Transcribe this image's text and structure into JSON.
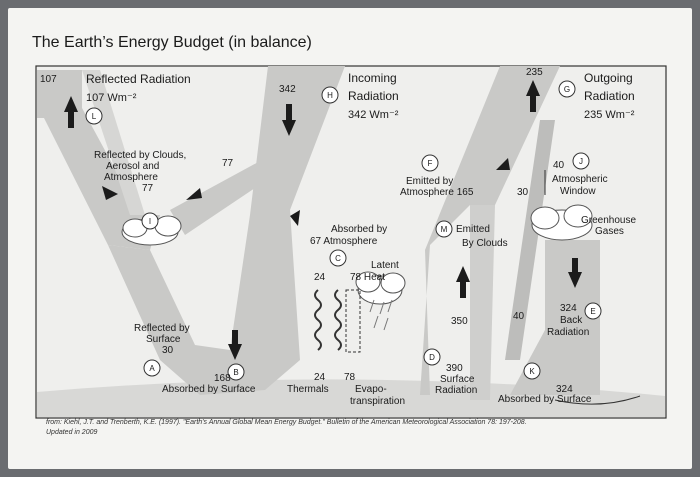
{
  "title": "The Earth’s Energy Budget (in balance)",
  "labels": {
    "reflected_radiation": "Reflected Radiation",
    "reflected_value": "107 Wm⁻²",
    "reflected_107": "107",
    "incoming_342_arrow": "342",
    "incoming": "Incoming",
    "radiation": "Radiation",
    "incoming_value": "342 Wm⁻²",
    "outgoing_235_arrow": "235",
    "outgoing": "Outgoing",
    "outgoing_radiation": "Radiation",
    "outgoing_value": "235 Wm⁻²",
    "reflected_clouds_1": "Reflected by Clouds,",
    "reflected_clouds_2": "Aerosol and",
    "reflected_clouds_3": "Atmosphere",
    "reflected_clouds_77": "77",
    "reflected_77_b": "77",
    "emitted_atm_1": "Emitted by",
    "emitted_atm_2": "Atmosphere 165",
    "val_30": "30",
    "val_40_window": "40",
    "atm_window_1": "Atmospheric",
    "atm_window_2": "Window",
    "absorbed_atm_1": "Absorbed by",
    "absorbed_atm_2": "67 Atmosphere",
    "emitted_clouds_1": "Emitted",
    "emitted_clouds_2": "By Clouds",
    "greenhouse_1": "Greenhouse",
    "greenhouse_2": "Gases",
    "latent_1": "Latent",
    "latent_2": "78 Heat",
    "val_24_top": "24",
    "val_350": "350",
    "val_40_mid": "40",
    "back_1": "324",
    "back_2": "Back",
    "back_3": "Radiation",
    "reflected_surface_1": "Reflected by",
    "reflected_surface_2": "Surface",
    "reflected_surface_3": "30",
    "val_168": "168",
    "val_24": "24",
    "val_78": "78",
    "absorbed_surface": "Absorbed by Surface",
    "thermals": "Thermals",
    "evapo_1": "Evapo-",
    "evapo_2": "transpiration",
    "val_390": "390",
    "surface_1": "Surface",
    "surface_2": "Radiation",
    "val_324": "324",
    "absorbed_by_surface": "Absorbed by Surface"
  },
  "markers": {
    "A": "A",
    "B": "B",
    "C": "C",
    "D": "D",
    "E": "E",
    "F": "F",
    "G": "G",
    "H": "H",
    "I": "I",
    "J": "J",
    "K": "K",
    "L": "L",
    "M": "M"
  },
  "footer": {
    "line1": "from: Kiehl, J.T. and Trenberth, K.E. (1997). \"Earth's Annual Global Mean Energy Budget.\" Bulletin of the American Meteorological Association 78: 197-208.",
    "line2": "Updated in 2009"
  },
  "colors": {
    "background": "#6a6c70",
    "paper": "#f4f4f2",
    "band": "#c9c9c7",
    "frame": "#333333",
    "text": "#1b1b1b"
  }
}
